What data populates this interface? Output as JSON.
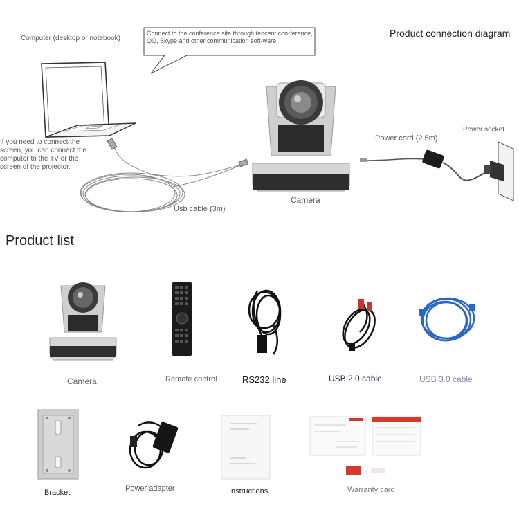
{
  "connection": {
    "title": "Product connection diagram",
    "computer_label": "Computer (desktop or notebook)",
    "bubble_text": "Connect to the conference site through tencent con-ference, QQ, Skype and other communication soft-ware",
    "note_text": "If you need to connect the screen, you can connect the computer to the TV or the screen of the projector.",
    "usb_cable_label": "Usb cable (3m)",
    "camera_label": "Camera",
    "power_cord_label": "Power cord (2.5m)",
    "power_socket_label": "Power socket"
  },
  "product_list": {
    "title": "Product list",
    "items": [
      {
        "label": "Camera"
      },
      {
        "label": "Remote control"
      },
      {
        "label": "RS232 line"
      },
      {
        "label": "USB 2.0 cable"
      },
      {
        "label": "USB 3.0 cable"
      },
      {
        "label": "Bracket"
      },
      {
        "label": "Power adapter"
      },
      {
        "label": "Instructions"
      },
      {
        "label": "Warranty card"
      }
    ]
  },
  "colors": {
    "usb3_blue": "#2a66c4",
    "camera_silver": "#c8c8c8",
    "camera_dark": "#2b2b2b",
    "warranty_red": "#d23a2e"
  }
}
